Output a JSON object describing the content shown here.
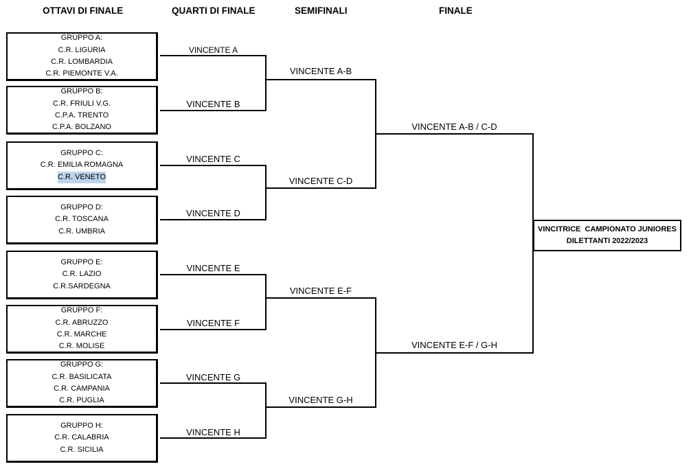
{
  "headers": {
    "round_of_16": "OTTAVI DI FINALE",
    "quarter_finals": "QUARTI DI FINALE",
    "semi_finals": "SEMIFINALI",
    "final": "FINALE"
  },
  "groups": [
    {
      "title": "GRUPPO A:",
      "teams": [
        "C.R. LIGURIA",
        "C.R. LOMBARDIA",
        "C.R. PIEMONTE V.A."
      ]
    },
    {
      "title": "GRUPPO B:",
      "teams": [
        "C.R. FRIULI V.G.",
        "C.P.A. TRENTO",
        "C.P.A. BOLZANO"
      ]
    },
    {
      "title": "GRUPPO C:",
      "teams": [
        "C.R. EMILIA ROMAGNA",
        "C.R. VENETO"
      ]
    },
    {
      "title": "GRUPPO D:",
      "teams": [
        "C.R. TOSCANA",
        "C.R. UMBRIA"
      ]
    },
    {
      "title": "GRUPPO E:",
      "teams": [
        "C.R. LAZIO",
        "C.R.SARDEGNA"
      ]
    },
    {
      "title": "GRUPPO F:",
      "teams": [
        "C.R. ABRUZZO",
        "C.R. MARCHE",
        "C.R. MOLISE"
      ]
    },
    {
      "title": "GRUPPO G:",
      "teams": [
        "C.R. BASILICATA",
        "C.R. CAMPANIA",
        "C.R. PUGLIA"
      ]
    },
    {
      "title": "GRUPPO H:",
      "teams": [
        "C.R. CALABRIA",
        "C.R. SICILIA"
      ]
    }
  ],
  "quarter_labels": [
    "VINCENTE A",
    "VINCENTE B",
    "VINCENTE C",
    "VINCENTE D",
    "VINCENTE E",
    "VINCENTE F",
    "VINCENTE G",
    "VINCENTE H"
  ],
  "semi_labels": [
    "VINCENTE A-B",
    "VINCENTE C-D",
    "VINCENTE E-F",
    "VINCENTE G-H"
  ],
  "final_labels": [
    "VINCENTE A-B / C-D",
    "VINCENTE E-F / G-H"
  ],
  "winner": {
    "line1": "VINCITRICE  CAMPIONATO JUNIORES",
    "line2": "DILETTANTI 2022/2023"
  }
}
